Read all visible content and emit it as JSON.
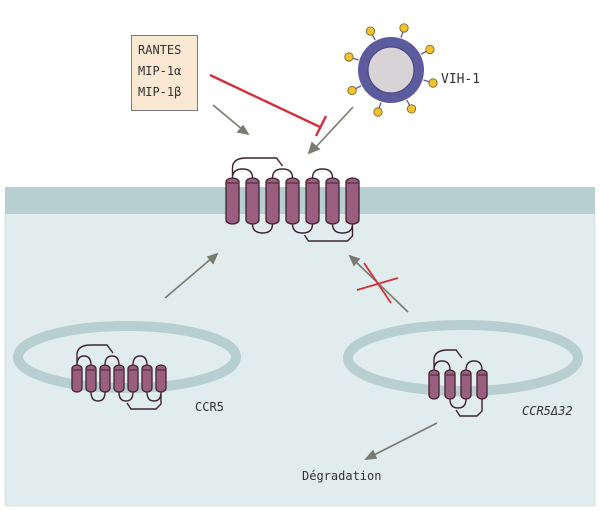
{
  "labels": {
    "chemokines": [
      "RANTES",
      "MIP-1α",
      "MIP-1β"
    ],
    "virus": "VIH-1",
    "ccr5": "CCR5",
    "ccr5_delta32": "CCR5Δ32",
    "degradation": "Dégradation"
  },
  "colors": {
    "membrane": "#b7cfd1",
    "cytoplasm": "#e1eced",
    "receptor_fill": "#9b5e7e",
    "receptor_stroke": "#3e2433",
    "arrow": "#7a7a6e",
    "inhibition": "#d0303a",
    "virus_envelope": "#5b5b9e",
    "virus_core": "#d8d3d6",
    "spike": "#f2c32f",
    "box_fill": "#fbe8d3"
  }
}
